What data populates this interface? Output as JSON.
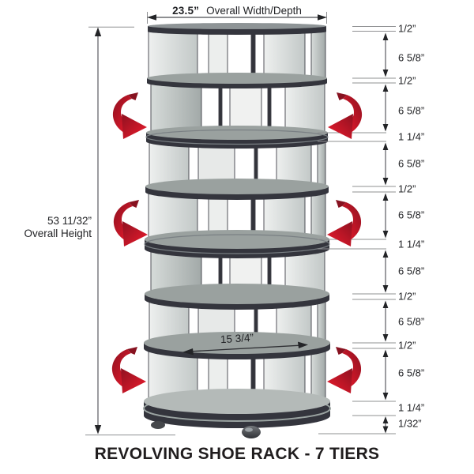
{
  "title": "REVOLVING SHOE RACK - 7 TIERS",
  "overall_width": {
    "value": "23.5”",
    "desc": "Overall Width/Depth"
  },
  "overall_height": {
    "value": "53 11/32”",
    "desc": "Overall Height"
  },
  "inner_width": "15 3/4”",
  "right_dims": [
    "1/2”",
    "6 5/8”",
    "1/2”",
    "6 5/8”",
    "1 1/4”",
    "6 5/8”",
    "1/2”",
    "6 5/8”",
    "1 1/4”",
    "6 5/8”",
    "1/2”",
    "6 5/8”",
    "1/2”",
    "6 5/8”",
    "1 1/4”",
    "1/32”"
  ],
  "tiers_count": 7,
  "rotation_arrows_count": 6,
  "colors": {
    "accent_red": "#e81b2d",
    "rim_dark": "#34353d",
    "panel_light": "#edefee",
    "panel_mid": "#c6cbca",
    "shelf_surface": "#9aa19f",
    "dimension_line": "#4b4c52",
    "text": "#232427"
  }
}
